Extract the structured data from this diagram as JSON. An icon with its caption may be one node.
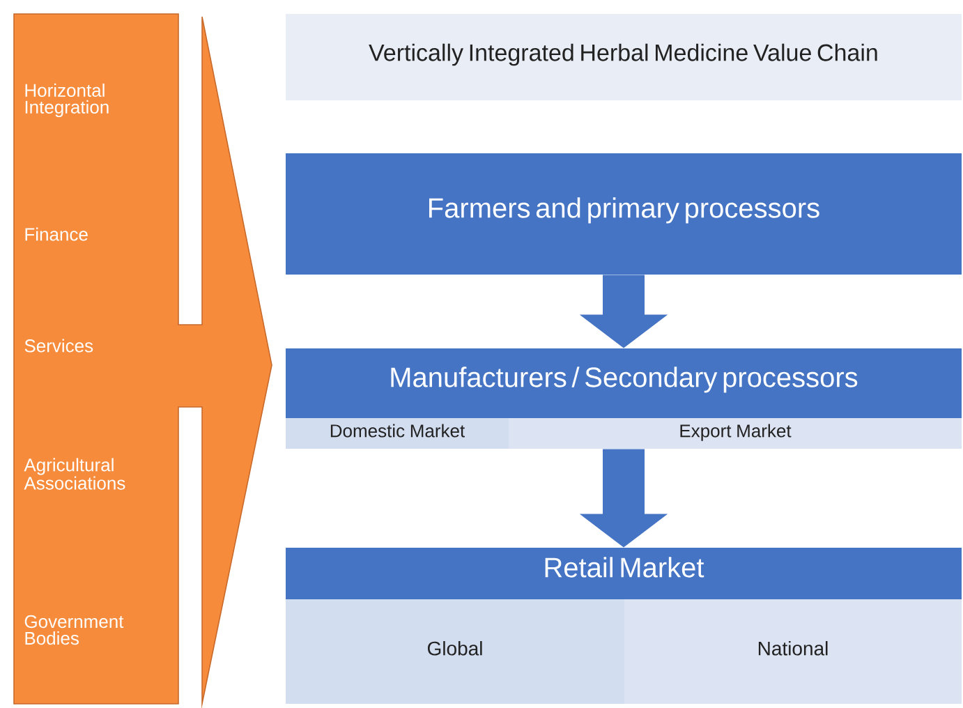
{
  "diagram": {
    "nodes": [
      {
        "text": [
          "Horizontal Integration",
          "Finance",
          "Services",
          "Agricultural Associations",
          "Government Bodies"
        ]
      },
      {
        "text": [
          "Vertically Integrated Herbal Medicine Value Chain"
        ]
      },
      {
        "text": [
          "Farmers and primary processors"
        ]
      },
      {
        "text": [
          "Manufacturers / Secondary processors"
        ]
      },
      {
        "text": [
          "Domestic Market"
        ]
      },
      {
        "text": [
          "Export Market"
        ]
      },
      {
        "text": [
          "Retail Market"
        ]
      },
      {
        "text": [
          "Global"
        ]
      },
      {
        "text": [
          "National"
        ]
      }
    ],
    "edges": [
      {
        "from": 2,
        "to": 3,
        "arrow": "to"
      },
      {
        "from": 5,
        "to": 6,
        "arrow": "to"
      }
    ]
  }
}
